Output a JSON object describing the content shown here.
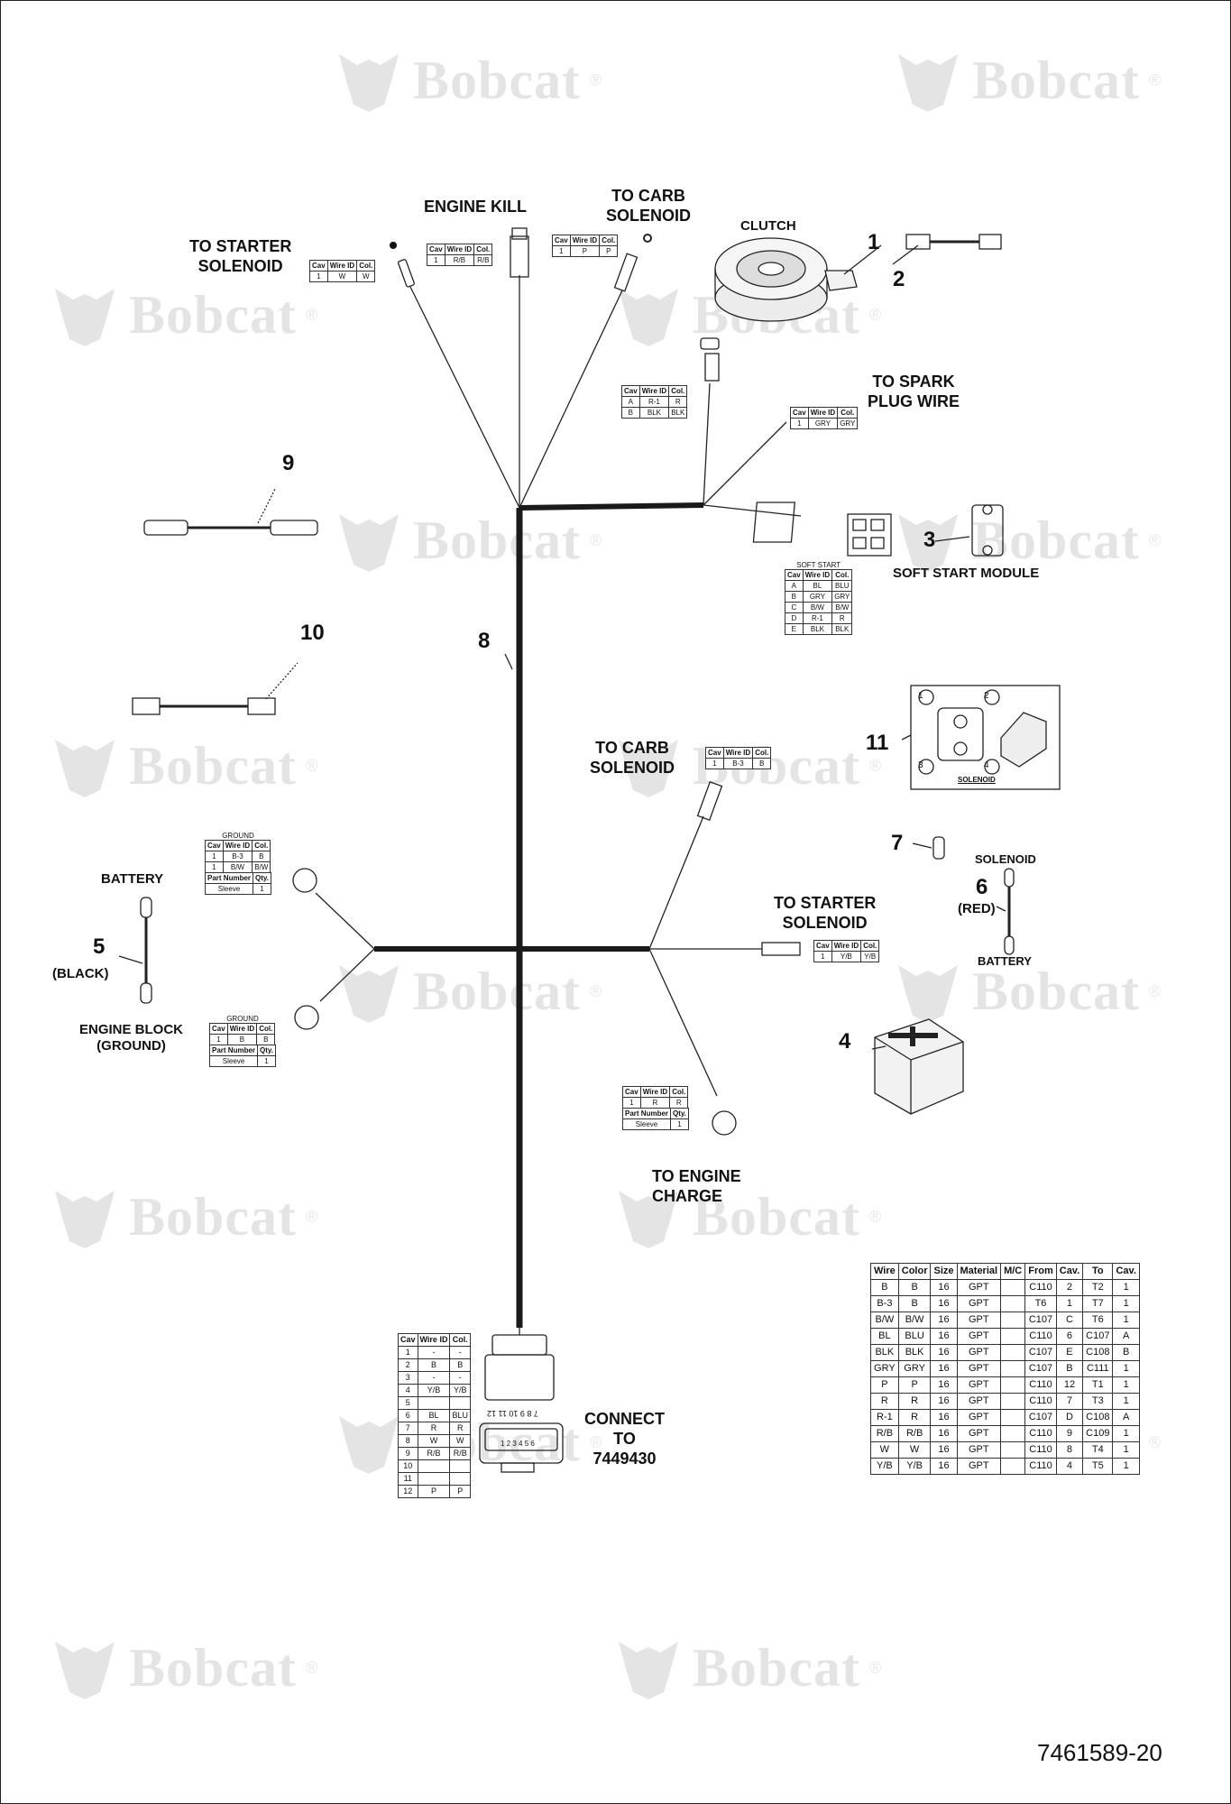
{
  "watermark": {
    "text": "Bobcat",
    "reg": "®"
  },
  "labels": {
    "to_starter_solenoid_top": "TO STARTER\nSOLENOID",
    "engine_kill": "ENGINE KILL",
    "to_carb_solenoid_top": "TO CARB\nSOLENOID",
    "clutch": "CLUTCH",
    "to_spark_plug_wire": "TO SPARK\nPLUG WIRE",
    "soft_start_module": "SOFT START MODULE",
    "to_carb_solenoid_mid": "TO CARB\nSOLENOID",
    "to_starter_solenoid_mid": "TO STARTER\nSOLENOID",
    "battery_left": "BATTERY",
    "black": "(BLACK)",
    "engine_block_ground": "ENGINE BLOCK\n(GROUND)",
    "solenoid_right": "SOLENOID",
    "red": "(RED)",
    "battery_right": "BATTERY",
    "to_engine_charge": "TO ENGINE\nCHARGE",
    "connect_to": "CONNECT\nTO\n7449430",
    "solenoid_inset": "SOLENOID",
    "figure_id": "7461589-20"
  },
  "item_numbers": [
    "1",
    "2",
    "3",
    "4",
    "5",
    "6",
    "7",
    "8",
    "9",
    "10",
    "11"
  ],
  "inset_callouts": [
    "1",
    "2",
    "3",
    "4"
  ],
  "connector_header": [
    "Cav",
    "Wire ID",
    "Col."
  ],
  "connector_tables": {
    "starter_top": [
      [
        "1",
        "W",
        "W"
      ]
    ],
    "engine_kill": [
      [
        "1",
        "R/B",
        "R/B"
      ]
    ],
    "carb_top": [
      [
        "1",
        "P",
        "P"
      ]
    ],
    "clutch": [
      [
        "A",
        "R-1",
        "R"
      ],
      [
        "B",
        "BLK",
        "BLK"
      ]
    ],
    "spark": [
      [
        "1",
        "GRY",
        "GRY"
      ]
    ],
    "soft_start": {
      "title": "SOFT START",
      "rows": [
        [
          "A",
          "BL",
          "BLU"
        ],
        [
          "B",
          "GRY",
          "GRY"
        ],
        [
          "C",
          "B/W",
          "B/W"
        ],
        [
          "D",
          "R-1",
          "R"
        ],
        [
          "E",
          "BLK",
          "BLK"
        ]
      ]
    },
    "carb_mid": [
      [
        "1",
        "B-3",
        "B"
      ]
    ],
    "starter_mid": [
      [
        "1",
        "Y/B",
        "Y/B"
      ]
    ],
    "ground_top": {
      "title": "GROUND",
      "rows": [
        [
          "1",
          "B-3",
          "B"
        ],
        [
          "1",
          "B/W",
          "B/W"
        ]
      ],
      "part_header": [
        "Part Number",
        "Qty."
      ],
      "part_rows": [
        [
          "Sleeve",
          "1"
        ]
      ]
    },
    "ground_bottom": {
      "title": "GROUND",
      "rows": [
        [
          "1",
          "B",
          "B"
        ]
      ],
      "part_header": [
        "Part Number",
        "Qty."
      ],
      "part_rows": [
        [
          "Sleeve",
          "1"
        ]
      ]
    },
    "charge": {
      "rows": [
        [
          "1",
          "R",
          "R"
        ]
      ],
      "part_header": [
        "Part Number",
        "Qty."
      ],
      "part_rows": [
        [
          "Sleeve",
          "1"
        ]
      ]
    },
    "main_connector": [
      [
        "1",
        "-",
        "-"
      ],
      [
        "2",
        "B",
        "B"
      ],
      [
        "3",
        "-",
        "-"
      ],
      [
        "4",
        "Y/B",
        "Y/B"
      ],
      [
        "5",
        "",
        ""
      ],
      [
        "6",
        "BL",
        "BLU"
      ],
      [
        "7",
        "R",
        "R"
      ],
      [
        "8",
        "W",
        "W"
      ],
      [
        "9",
        "R/B",
        "R/B"
      ],
      [
        "10",
        "",
        ""
      ],
      [
        "11",
        "",
        ""
      ],
      [
        "12",
        "P",
        "P"
      ]
    ]
  },
  "connector_pins_top": "7 8 9 10 11 12",
  "connector_pins_bottom": "1 2 3 4 5 6",
  "wire_table": {
    "header": [
      "Wire",
      "Color",
      "Size",
      "Material",
      "M/C",
      "From",
      "Cav.",
      "To",
      "Cav."
    ],
    "rows": [
      [
        "B",
        "B",
        "16",
        "GPT",
        "",
        "C110",
        "2",
        "T2",
        "1"
      ],
      [
        "B-3",
        "B",
        "16",
        "GPT",
        "",
        "T6",
        "1",
        "T7",
        "1"
      ],
      [
        "B/W",
        "B/W",
        "16",
        "GPT",
        "",
        "C107",
        "C",
        "T6",
        "1"
      ],
      [
        "BL",
        "BLU",
        "16",
        "GPT",
        "",
        "C110",
        "6",
        "C107",
        "A"
      ],
      [
        "BLK",
        "BLK",
        "16",
        "GPT",
        "",
        "C107",
        "E",
        "C108",
        "B"
      ],
      [
        "GRY",
        "GRY",
        "16",
        "GPT",
        "",
        "C107",
        "B",
        "C111",
        "1"
      ],
      [
        "P",
        "P",
        "16",
        "GPT",
        "",
        "C110",
        "12",
        "T1",
        "1"
      ],
      [
        "R",
        "R",
        "16",
        "GPT",
        "",
        "C110",
        "7",
        "T3",
        "1"
      ],
      [
        "R-1",
        "R",
        "16",
        "GPT",
        "",
        "C107",
        "D",
        "C108",
        "A"
      ],
      [
        "R/B",
        "R/B",
        "16",
        "GPT",
        "",
        "C110",
        "9",
        "C109",
        "1"
      ],
      [
        "W",
        "W",
        "16",
        "GPT",
        "",
        "C110",
        "8",
        "T4",
        "1"
      ],
      [
        "Y/B",
        "Y/B",
        "16",
        "GPT",
        "",
        "C110",
        "4",
        "T5",
        "1"
      ]
    ]
  }
}
